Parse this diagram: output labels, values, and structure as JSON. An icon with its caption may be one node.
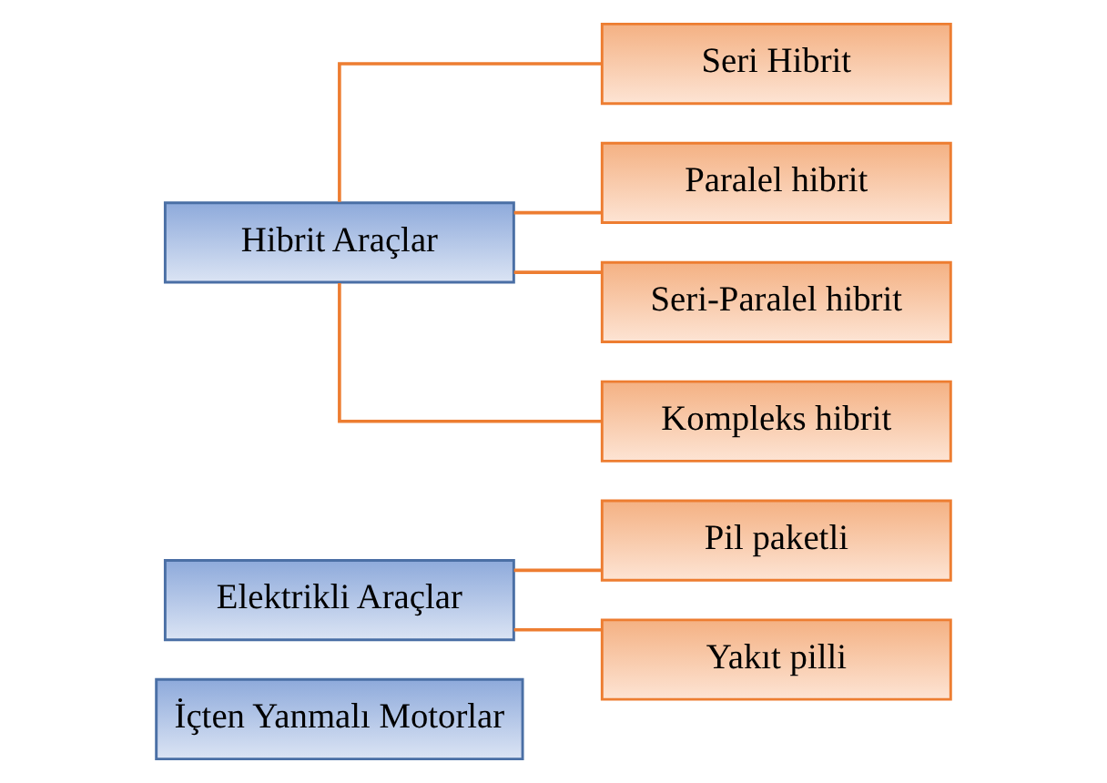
{
  "diagram": {
    "nodes": [
      {
        "text": [
          "İçten Yanmalı Motorlar"
        ]
      },
      {
        "text": [
          "Elektrikli Araçlar"
        ]
      },
      {
        "text": [
          "Pil paketli"
        ]
      },
      {
        "text": [
          "Yakıt pilli"
        ]
      },
      {
        "text": [
          "Hibrit Araçlar"
        ]
      },
      {
        "text": [
          "Seri Hibrit"
        ]
      },
      {
        "text": [
          "Paralel hibrit"
        ]
      },
      {
        "text": [
          "Seri-Paralel hibrit"
        ]
      },
      {
        "text": [
          "Kompleks hibrit"
        ]
      }
    ],
    "edges": [
      {
        "from": 1,
        "to": 2,
        "arrow": "none"
      },
      {
        "from": 1,
        "to": 3,
        "arrow": "none"
      },
      {
        "from": 4,
        "to": 5,
        "arrow": "none"
      },
      {
        "from": 4,
        "to": 6,
        "arrow": "none"
      },
      {
        "from": 4,
        "to": 7,
        "arrow": "none"
      },
      {
        "from": 4,
        "to": 8,
        "arrow": "none"
      }
    ]
  }
}
